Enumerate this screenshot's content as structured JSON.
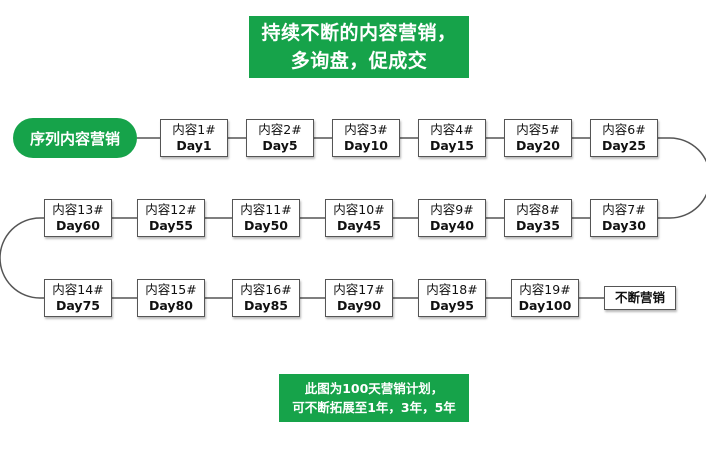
{
  "title": {
    "line1": "持续不断的内容营销，",
    "line2": "多询盘，促成交"
  },
  "start_label": "序列内容营销",
  "rows": [
    [
      {
        "name": "内容1#",
        "day": "Day1"
      },
      {
        "name": "内容2#",
        "day": "Day5"
      },
      {
        "name": "内容3#",
        "day": "Day10"
      },
      {
        "name": "内容4#",
        "day": "Day15"
      },
      {
        "name": "内容5#",
        "day": "Day20"
      },
      {
        "name": "内容6#",
        "day": "Day25"
      }
    ],
    [
      {
        "name": "内容13#",
        "day": "Day60"
      },
      {
        "name": "内容12#",
        "day": "Day55"
      },
      {
        "name": "内容11#",
        "day": "Day50"
      },
      {
        "name": "内容10#",
        "day": "Day45"
      },
      {
        "name": "内容9#",
        "day": "Day40"
      },
      {
        "name": "内容8#",
        "day": "Day35"
      },
      {
        "name": "内容7#",
        "day": "Day30"
      }
    ],
    [
      {
        "name": "内容14#",
        "day": "Day75"
      },
      {
        "name": "内容15#",
        "day": "Day80"
      },
      {
        "name": "内容16#",
        "day": "Day85"
      },
      {
        "name": "内容17#",
        "day": "Day90"
      },
      {
        "name": "内容18#",
        "day": "Day95"
      },
      {
        "name": "内容19#",
        "day": "Day100"
      }
    ]
  ],
  "end_label": "不断营销",
  "footer": {
    "line1": "此图为100天营销计划，",
    "line2": "可不断拓展至1年，3年，5年"
  },
  "colors": {
    "accent": "#16a34a",
    "border": "#555555",
    "connector": "#555555"
  }
}
